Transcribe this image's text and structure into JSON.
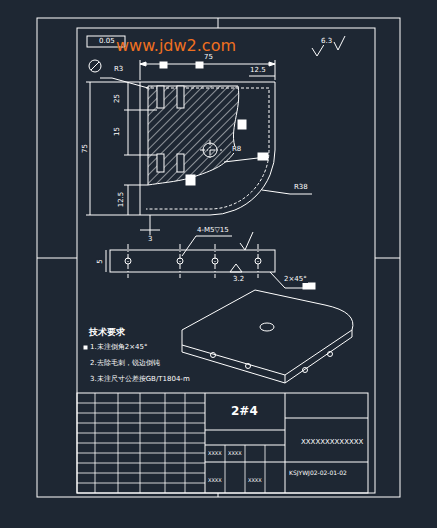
{
  "diagram": {
    "labels": [
      "www.jdw2.com",
      "6.3",
      "75",
      "R3",
      "12.5",
      "25",
      "15",
      "75",
      "R8",
      "R38",
      "12.5",
      "3",
      "4-M5▽15",
      "5",
      "3.2",
      "2×45°",
      "技术要求",
      "1.未注倒角2×45°",
      "2.去除毛刺，锐边倒钝",
      "3.未注尺寸公差按GB/T1804-m",
      "0.05",
      "2#4",
      "XXXXXXXXXXXXX",
      "KSJYWJ02-02-01-02",
      "XXXX",
      "XXXX",
      "XXXX",
      "XXXX"
    ]
  }
}
